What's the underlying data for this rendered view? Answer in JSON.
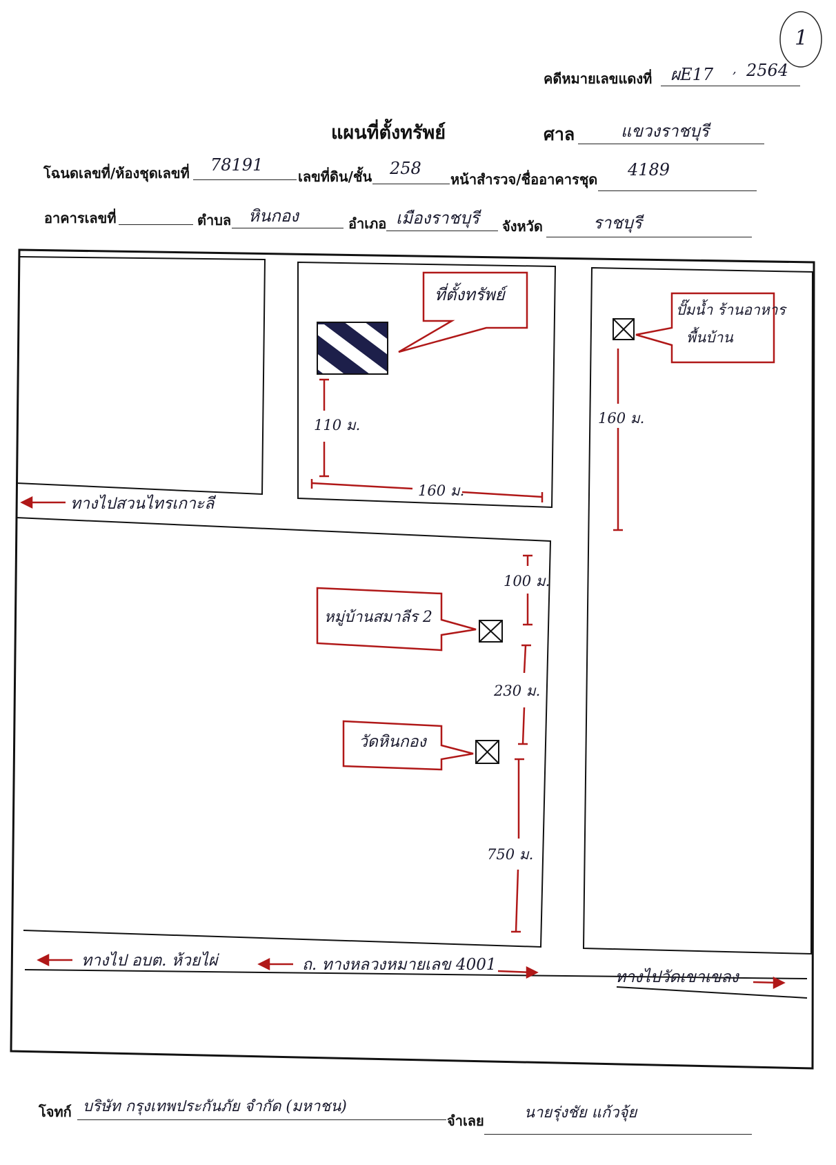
{
  "page_number": "1",
  "header": {
    "case_label": "คดีหมายเลขแดงที่",
    "case_number": "ผE17",
    "case_year": "2564",
    "title": "แผนที่ตั้งทรัพย์",
    "court_label": "ศาล",
    "court_value": "แขวงราชบุรี"
  },
  "fields": {
    "deed_label": "โฉนดเลขที่/ห้องชุดเลขที่",
    "deed_value": "78191",
    "land_no_label": "เลขที่ดิน/ชั้น",
    "land_no_value": "258",
    "survey_label": "หน้าสำรวจ/ชื่ออาคารชุด",
    "survey_value": "4189",
    "building_label": "อาคารเลขที่",
    "building_value": "",
    "subdistrict_label": "ตำบล",
    "subdistrict_value": "หินกอง",
    "district_label": "อำเภอ",
    "district_value": "เมืองราชบุรี",
    "province_label": "จังหวัด",
    "province_value": "ราชบุรี"
  },
  "map": {
    "property_label": "ที่ตั้งทรัพย์",
    "shop_label_line1": "ปั๊มน้ำ ร้านอาหาร",
    "shop_label_line2": "พื้นบ้าน",
    "village_label": "หมู่บ้านสมาลีร 2",
    "temple_label": "วัดหินกอง",
    "dist_property_vertical": "110 ม.",
    "dist_property_horizontal": "160 ม.",
    "dist_shop": "160 ม.",
    "dist_village_top": "100 ม.",
    "dist_village_temple": "230 ม.",
    "dist_temple_bottom": "750 ม.",
    "road_upper_left": "ทางไปสวนไทรเกาะลี",
    "road_lower_left": "ทางไป อบต. ห้วยไผ่",
    "road_main": "ถ. ทางหลวงหมายเลข 4001",
    "road_lower_right": "ทางไปวัดเขาเขลง"
  },
  "footer": {
    "plaintiff_label": "โจทก์",
    "plaintiff_value": "บริษัท กรุงเทพประกันภัย จำกัด (มหาชน)",
    "defendant_label": "จำเลย",
    "defendant_value": "นายรุ่งชัย แก้วจุ้ย"
  }
}
